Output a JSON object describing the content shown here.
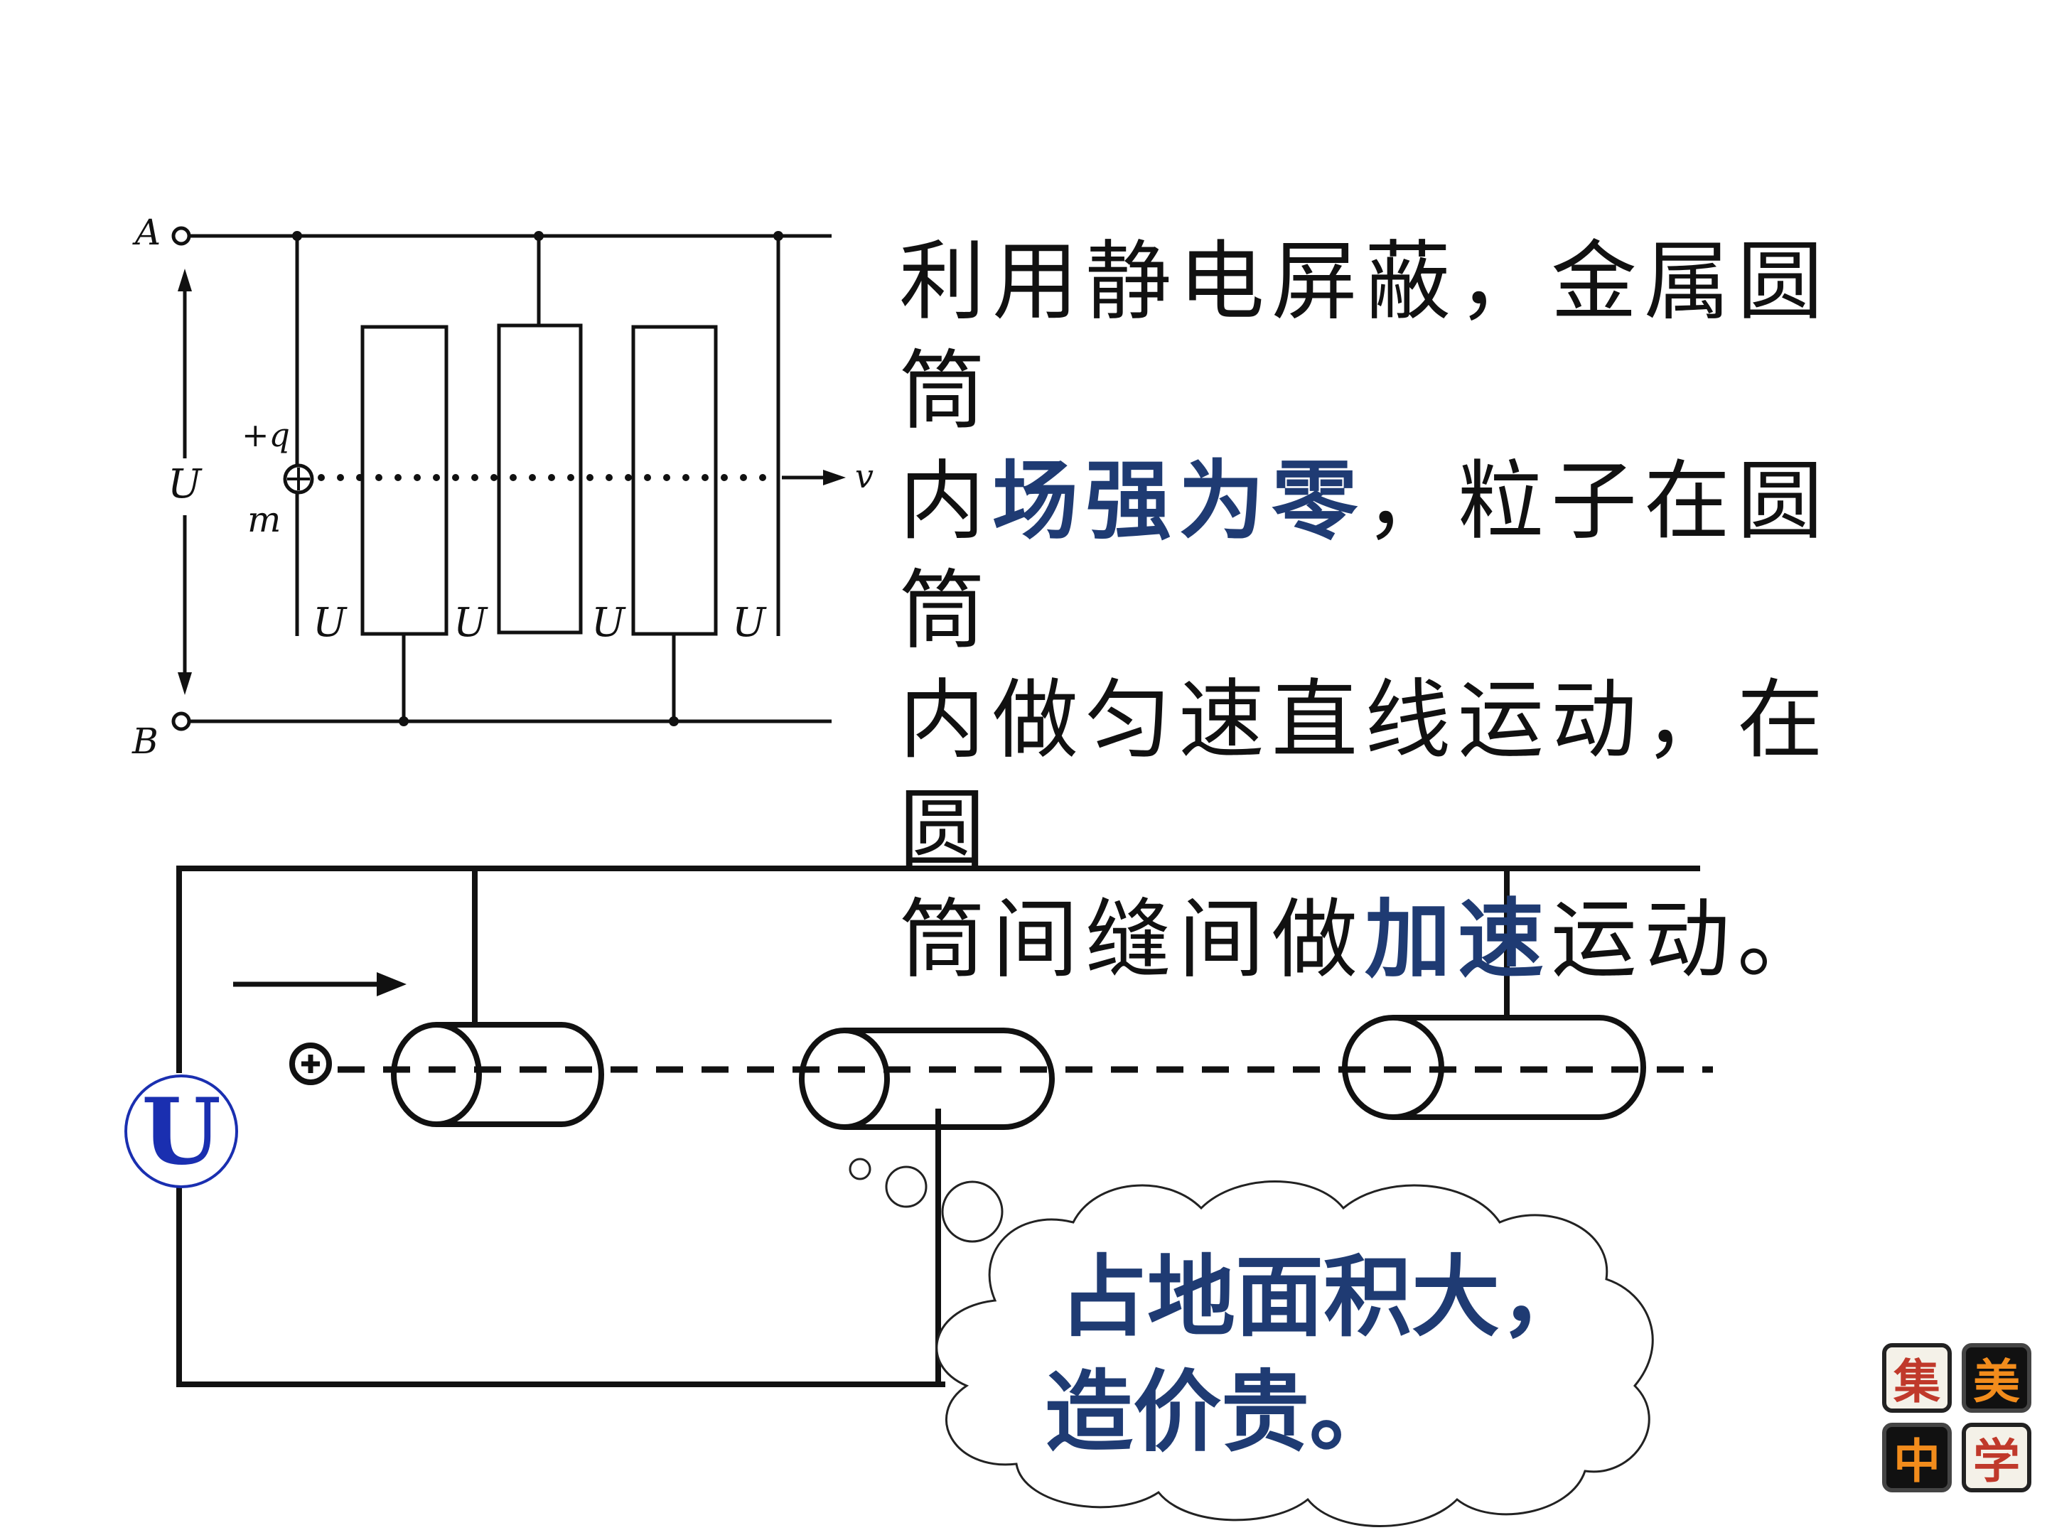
{
  "top_diagram": {
    "terminal_a": "A",
    "terminal_b": "B",
    "voltage": "U",
    "charge": "+q",
    "mass": "m",
    "velocity": "v",
    "gap_voltages": [
      "U",
      "U",
      "U",
      "U"
    ]
  },
  "description": {
    "line1": "利用静电屏蔽，金属圆筒",
    "line2_a": "内",
    "line2_hl": "场强为零",
    "line2_b": "，粒子在圆筒",
    "line3": "内做匀速直线运动，在圆",
    "line4_a": "筒间缝间做",
    "line4_hl": "加速",
    "line4_b": "运动。"
  },
  "bottom_diagram": {
    "source_label": "U",
    "cloud_line1": "占地面积大，",
    "cloud_line2": "造价贵。"
  },
  "logo": {
    "chars": [
      "集",
      "美",
      "中",
      "学"
    ]
  },
  "colors": {
    "highlight": "#1f3b73",
    "source_label": "#1a2fb0",
    "logo_red": "#c0392b",
    "logo_orange": "#f28c1c"
  }
}
